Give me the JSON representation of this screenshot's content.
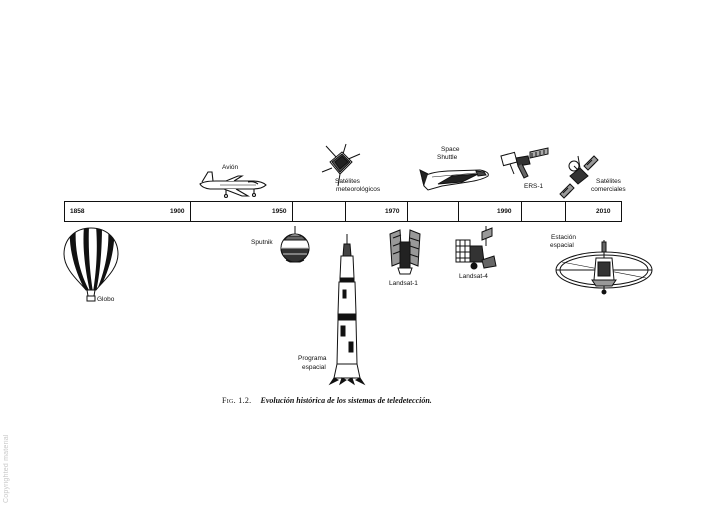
{
  "timeline": {
    "years": [
      "1858",
      "1900",
      "1950",
      "1970",
      "1990",
      "2010"
    ]
  },
  "labels": {
    "avion": "Avión",
    "satelites_meteo_1": "Satélites",
    "satelites_meteo_2": "meteorológicos",
    "space_shuttle_1": "Space",
    "space_shuttle_2": "Shuttle",
    "ers1": "ERS-1",
    "satelites_com_1": "Satélites",
    "satelites_com_2": "comerciales",
    "sputnik": "Sputnik",
    "globo": "Globo",
    "landsat1": "Landsat-1",
    "landsat4": "Landsat-4",
    "estacion_1": "Estación",
    "estacion_2": "espacial",
    "programa_1": "Programa",
    "programa_2": "espacial"
  },
  "caption": {
    "fig": "Fig. 1.2.",
    "text": "Evolución histórica de los sistemas de teledetección."
  },
  "watermark": "Copyrighted material",
  "icons": [
    "airplane-icon",
    "weather-satellite-icon",
    "space-shuttle-icon",
    "ers1-satellite-icon",
    "commercial-satellite-icon",
    "hot-air-balloon-icon",
    "sputnik-icon",
    "rocket-icon",
    "landsat1-icon",
    "landsat4-icon",
    "space-station-icon"
  ]
}
